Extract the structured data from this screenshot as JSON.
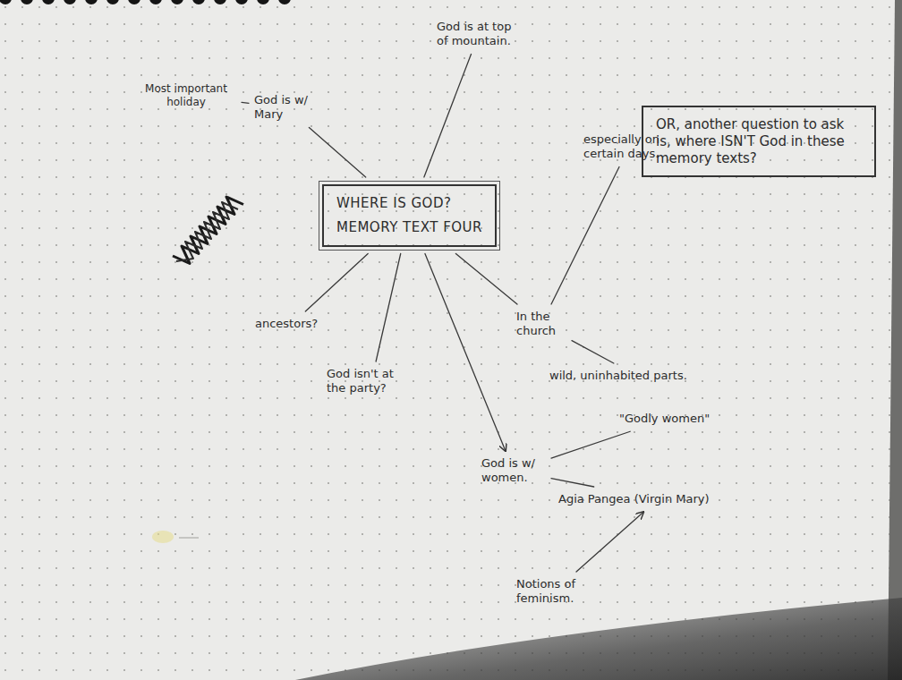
{
  "diagram": {
    "nodes": [
      {
        "text": [
          "Most important holiday"
        ]
      },
      {
        "text": [
          "God is w/ Mary"
        ]
      },
      {
        "text": [
          "God is at top of mountain."
        ]
      },
      {
        "text": [
          "OR, another question to ask is, where ISN'T God in these memory texts?"
        ]
      },
      {
        "text": [
          "WHERE IS GOD?",
          "MEMORY TEXT FOUR"
        ]
      },
      {
        "text": [
          "especially on certain days."
        ]
      },
      {
        "text": [
          "ancestors?"
        ]
      },
      {
        "text": [
          "In the church"
        ]
      },
      {
        "text": [
          "God isn't at the party?"
        ]
      },
      {
        "text": [
          "wild, uninhabited parts."
        ]
      },
      {
        "text": [
          "God is w/ women."
        ]
      },
      {
        "text": [
          "\"Godly women\""
        ]
      },
      {
        "text": [
          "Agia Pangea (Virgin Mary)"
        ]
      },
      {
        "text": [
          "Notions of feminism."
        ]
      }
    ],
    "edges": [
      {
        "from": 0,
        "to": 1,
        "arrow": "none"
      },
      {
        "from": 4,
        "to": 1,
        "arrow": "none"
      },
      {
        "from": 4,
        "to": 2,
        "arrow": "none"
      },
      {
        "from": 4,
        "to": 6,
        "arrow": "none"
      },
      {
        "from": 4,
        "to": 8,
        "arrow": "none"
      },
      {
        "from": 4,
        "to": 10,
        "arrow": "to"
      },
      {
        "from": 4,
        "to": 7,
        "arrow": "none"
      },
      {
        "from": 7,
        "to": 5,
        "arrow": "none"
      },
      {
        "from": 7,
        "to": 9,
        "arrow": "none"
      },
      {
        "from": 10,
        "to": 11,
        "arrow": "none"
      },
      {
        "from": 10,
        "to": 12,
        "arrow": "none"
      },
      {
        "from": 13,
        "to": 12,
        "arrow": "to"
      }
    ]
  }
}
